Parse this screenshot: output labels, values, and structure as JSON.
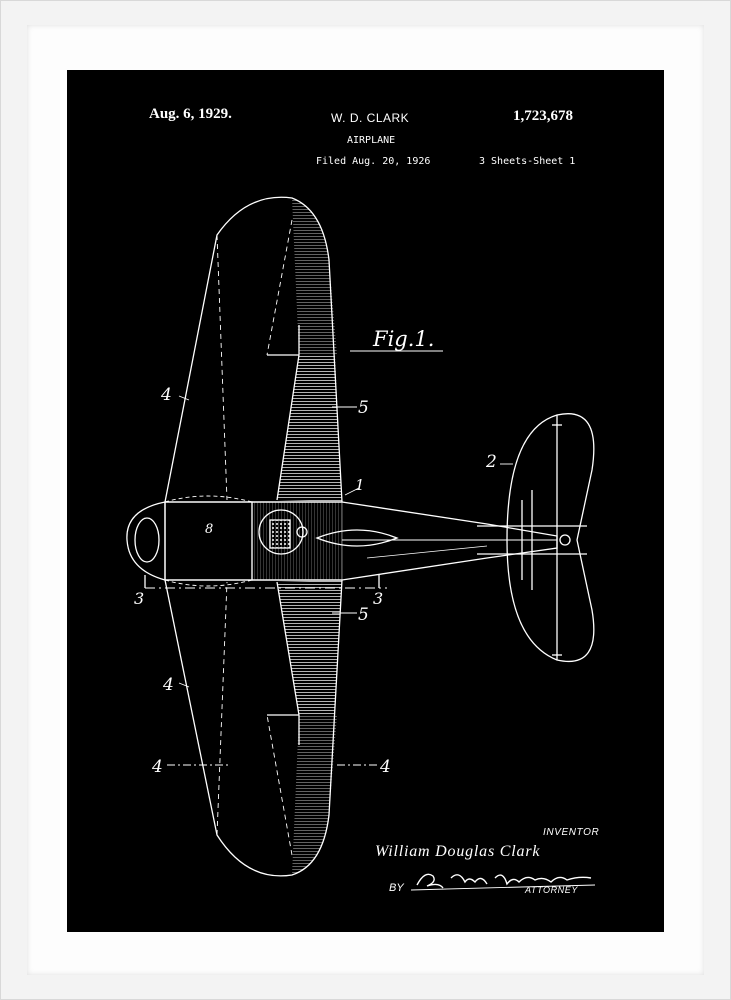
{
  "header": {
    "date": "Aug. 6, 1929.",
    "inventor_short": "W. D. CLARK",
    "title": "AIRPLANE",
    "patent_number": "1,723,678",
    "filed": "Filed Aug. 20, 1926",
    "sheets": "3 Sheets-Sheet  1"
  },
  "figure": {
    "label": "Fig.1.",
    "callouts": {
      "wing_upper": "4",
      "wing_lower": "4",
      "spar_left": "4",
      "spar_right": "4",
      "panel_upper": "5",
      "panel_lower": "5",
      "tail": "2",
      "fuselage": "1",
      "engine": "8",
      "section_left": "3",
      "section_right": "3"
    }
  },
  "footer": {
    "inventor_label": "INVENTOR",
    "inventor_name": "William Douglas Clark",
    "by_label": "BY",
    "attorney_label": "ATTORNEY"
  },
  "colors": {
    "frame": "#f3f3f3",
    "mat": "#fdfdfd",
    "background": "#000000",
    "ink": "#ffffff"
  }
}
